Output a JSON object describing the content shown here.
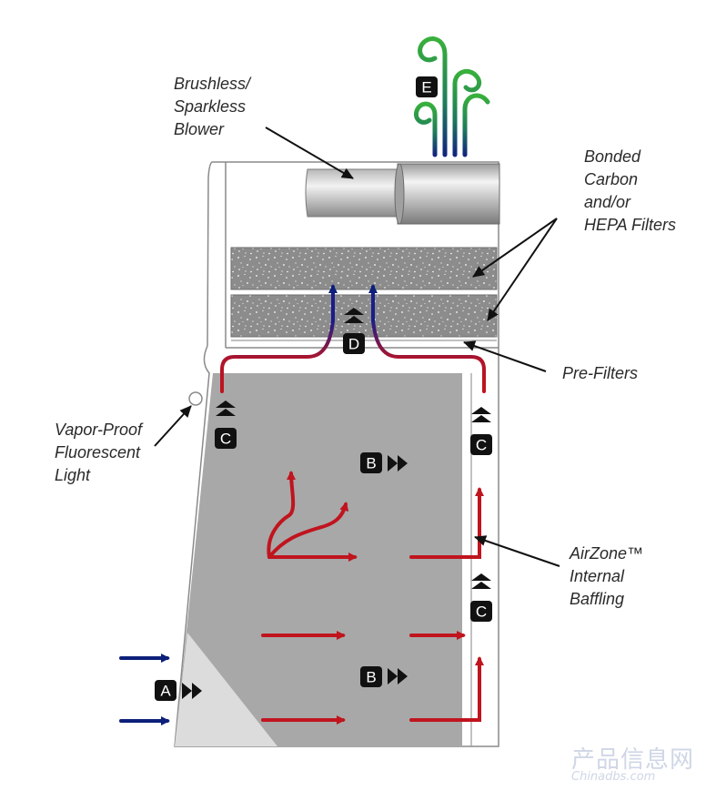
{
  "callouts": {
    "blower": [
      "Brushless/",
      "Sparkless",
      "Blower"
    ],
    "filters": [
      "Bonded",
      "Carbon",
      "and/or",
      "HEPA Filters"
    ],
    "prefilters": [
      "Pre-Filters"
    ],
    "light": [
      "Vapor-Proof",
      "Fluorescent",
      "Light"
    ],
    "baffling": [
      "AirZone™",
      "Internal",
      "Baffling"
    ]
  },
  "markers": {
    "a": "A",
    "b": "B",
    "c": "C",
    "d": "D",
    "e": "E"
  },
  "watermark": {
    "cn": "产品信息网",
    "en": "Chinadbs.com"
  },
  "colors": {
    "intake_arrow": "#0c1f7a",
    "airflow_arrow": "#c0141e",
    "clean_air_green": "#2e9a3a",
    "work_area": "#a8a8a8",
    "filter_media": "#8e8e8e",
    "badge": "#111111"
  }
}
